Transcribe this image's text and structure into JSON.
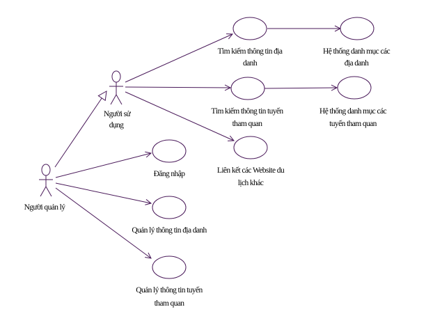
{
  "diagram": {
    "type": "use-case",
    "actors": {
      "manager": {
        "label": "Người quản lý"
      },
      "user": {
        "label_lines": [
          "Người sử",
          "dụng"
        ]
      }
    },
    "use_cases": {
      "search_places": {
        "label_lines": [
          "Tìm kiếm thông tin địa",
          "danh"
        ]
      },
      "place_catalog": {
        "label_lines": [
          "Hệ thống danh mục các",
          "địa danh"
        ]
      },
      "search_routes": {
        "label_lines": [
          "Tìm kiếm thông tin tuyến",
          "tham quan"
        ]
      },
      "route_catalog": {
        "label_lines": [
          "Hệ thống danh mục các",
          "tuyến tham quan"
        ]
      },
      "other_sites": {
        "label_lines": [
          "Liên kết các Website du",
          "lịch khác"
        ]
      },
      "login": {
        "label_lines": [
          "Đăng nhập"
        ]
      },
      "manage_places": {
        "label_lines": [
          "Quản lý thông tin địa danh"
        ]
      },
      "manage_routes": {
        "label_lines": [
          "Quản lý thông tin tuyến",
          "tham quan"
        ]
      }
    },
    "colors": {
      "stroke": "#4a1a5a",
      "text": "#000000",
      "background": "#ffffff"
    },
    "relations": [
      {
        "from": "manager",
        "to": "user",
        "kind": "generalization"
      },
      {
        "from": "manager",
        "to": "login",
        "kind": "association"
      },
      {
        "from": "manager",
        "to": "manage_places",
        "kind": "association"
      },
      {
        "from": "manager",
        "to": "manage_routes",
        "kind": "association"
      },
      {
        "from": "user",
        "to": "search_places",
        "kind": "association"
      },
      {
        "from": "user",
        "to": "search_routes",
        "kind": "association"
      },
      {
        "from": "user",
        "to": "other_sites",
        "kind": "association"
      },
      {
        "from": "search_places",
        "to": "place_catalog",
        "kind": "association"
      },
      {
        "from": "search_routes",
        "to": "route_catalog",
        "kind": "association"
      }
    ]
  }
}
